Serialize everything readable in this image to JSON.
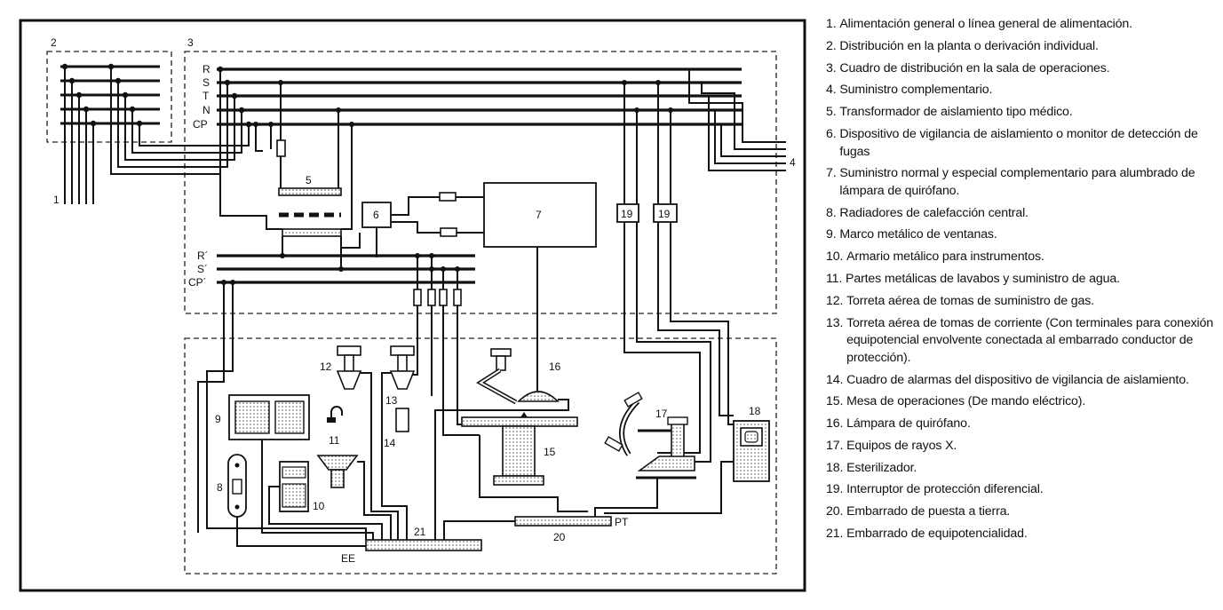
{
  "diagram": {
    "box_labels": {
      "supply": "2",
      "cabinet": "3",
      "main_feed": "1",
      "comp_supply": "4"
    },
    "bus_labels": [
      "R",
      "S",
      "T",
      "N",
      "CP"
    ],
    "iso_bus_labels": [
      "R´",
      "S´",
      "CP´"
    ],
    "component_labels": {
      "transformer": "5",
      "monitor": "6",
      "lamp_supply": "7",
      "rcd_a": "19",
      "rcd_b": "19",
      "radiator": "8",
      "window": "9",
      "cabinet_metal": "10",
      "sink": "11",
      "gas_turret": "12",
      "power_turret": "13",
      "alarm": "14",
      "table": "15",
      "lamp": "16",
      "xray": "17",
      "sterilizer": "18",
      "earth_bar": "20",
      "eq_bar": "21",
      "pt": "PT",
      "ee": "EE"
    }
  },
  "legend": [
    {
      "num": "1.",
      "text": "Alimentación general o línea general de alimentación."
    },
    {
      "num": "2.",
      "text": "Distribución en la planta o derivación individual."
    },
    {
      "num": "3.",
      "text": "Cuadro de distribución en la sala de operaciones."
    },
    {
      "num": "4.",
      "text": "Suministro complementario."
    },
    {
      "num": "5.",
      "text": "Transformador de aislamiento tipo médico."
    },
    {
      "num": "6.",
      "text": "Dispositivo de vigilancia de aislamiento o monitor de detección de fugas"
    },
    {
      "num": "7.",
      "text": "Suministro normal y especial complementario para alumbrado de lámpara de quirófano."
    },
    {
      "num": "8.",
      "text": "Radiadores de calefacción central."
    },
    {
      "num": "9.",
      "text": "Marco metálico de ventanas."
    },
    {
      "num": "10.",
      "text": "Armario metálico para instrumentos."
    },
    {
      "num": "11.",
      "text": "Partes metálicas de lavabos y suministro de agua."
    },
    {
      "num": "12.",
      "text": "Torreta aérea de tomas de suministro de gas."
    },
    {
      "num": "13.",
      "text": "Torreta aérea de tomas de corriente (Con termina­les para conexión equipotencial envolvente conec­tada al embarrado conductor de protección)."
    },
    {
      "num": "14.",
      "text": "Cuadro de alarmas del dispositivo de vigilancia de aislamiento."
    },
    {
      "num": "15.",
      "text": "Mesa de operaciones (De mando eléctrico)."
    },
    {
      "num": "16.",
      "text": "Lámpara de quirófano."
    },
    {
      "num": "17.",
      "text": "Equipos de rayos X."
    },
    {
      "num": "18.",
      "text": "Esterilizador."
    },
    {
      "num": "19.",
      "text": "Interruptor de protección diferencial."
    },
    {
      "num": "20.",
      "text": "Embarrado de puesta a tierra."
    },
    {
      "num": "21.",
      "text": "Embarrado de equipotencialidad."
    }
  ]
}
